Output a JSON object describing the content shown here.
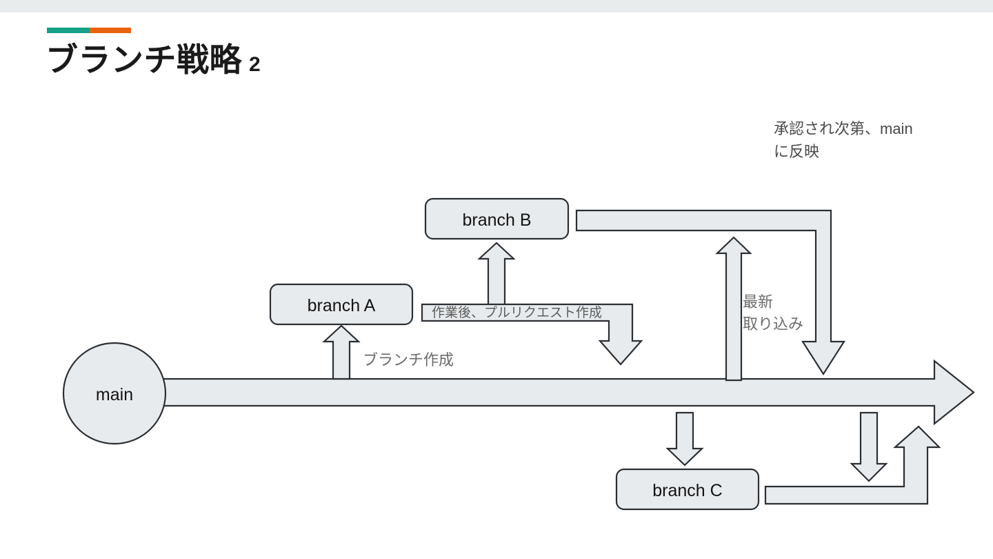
{
  "slide": {
    "title_main": "ブランチ戦略",
    "title_number": "2",
    "accent": {
      "teal": "#16a085",
      "orange": "#e8620c"
    }
  },
  "theme": {
    "shape_fill": "#e8ebed",
    "shape_stroke": "#2b2f33",
    "text_dark": "#141414",
    "text_gray": "#6b6b6b",
    "top_band": "#e9ecec"
  },
  "diagram": {
    "nodes": [
      {
        "id": "main",
        "label": "main",
        "shape": "ellipse"
      },
      {
        "id": "branch_a",
        "label": "branch A",
        "shape": "rounded-rect"
      },
      {
        "id": "branch_b",
        "label": "branch B",
        "shape": "rounded-rect"
      },
      {
        "id": "branch_c",
        "label": "branch C",
        "shape": "rounded-rect"
      }
    ],
    "annotations": [
      {
        "id": "create_branch",
        "text": "ブランチ作成"
      },
      {
        "id": "after_work_pr",
        "text": "作業後、プルリクエスト作成"
      },
      {
        "id": "approved_merge_line1",
        "text": "承認され次第、main"
      },
      {
        "id": "approved_merge_line2",
        "text": "に反映"
      },
      {
        "id": "latest_line1",
        "text": "最新"
      },
      {
        "id": "latest_line2",
        "text": "取り込み"
      }
    ]
  }
}
